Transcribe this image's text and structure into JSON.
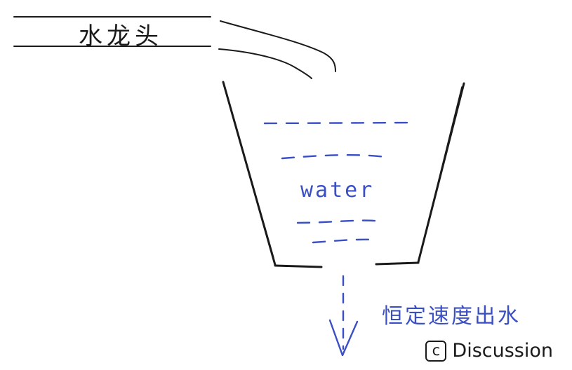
{
  "diagram": {
    "faucet_label": "水龙头",
    "water_label": "water",
    "outflow_label": "恒定速度出水"
  },
  "watermark": {
    "icon": "c",
    "text": "Discussion"
  },
  "colors": {
    "ink": "#1a1a1a",
    "accent": "#3a4fc4"
  }
}
